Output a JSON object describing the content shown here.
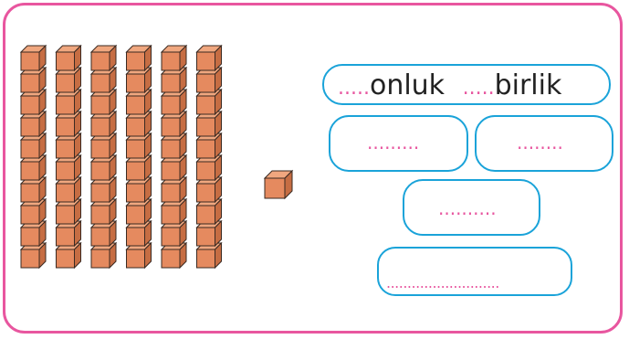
{
  "colors": {
    "frame": "#e8569f",
    "box_border": "#1aa3d9",
    "cube_fill": "#e58a5f",
    "cube_stroke": "#3a2a22",
    "dots": "#e8569f"
  },
  "rods": {
    "count": 6,
    "cubes_per_rod": 10
  },
  "units": {
    "count": 1
  },
  "answer_line": {
    "tens_blank": ".....",
    "tens_word": "onluk",
    "ones_blank": ".....",
    "ones_word": "birlik"
  },
  "boxes": {
    "left_blank": ".........",
    "right_blank": "........",
    "middle_blank": "..........",
    "bottom_blank": "..........................."
  }
}
